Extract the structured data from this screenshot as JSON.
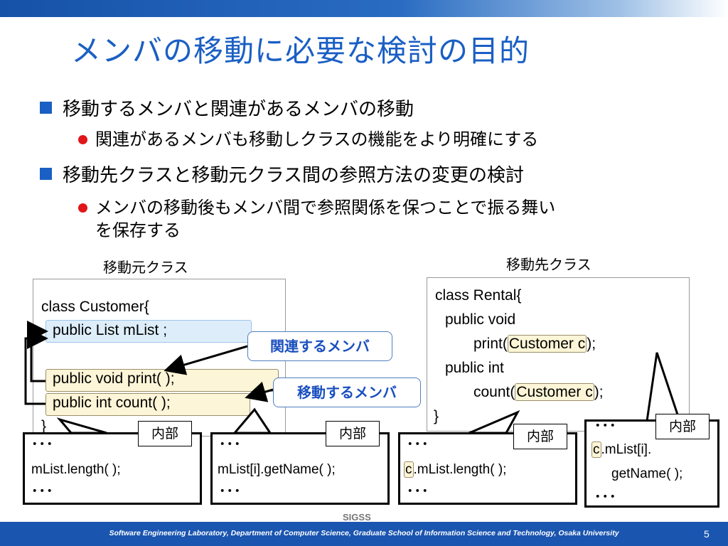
{
  "slide": {
    "title": "メンバの移動に必要な検討の目的",
    "bullets": [
      {
        "text": "移動するメンバと関連があるメンバの移動",
        "sub": [
          "関連があるメンバも移動しクラスの機能をより明確にする"
        ]
      },
      {
        "text": "移動先クラスと移動元クラス間の参照方法の変更の検討",
        "sub": [
          "メンバの移動後もメンバ間で参照関係を保つことで振る舞い",
          "を保存する"
        ]
      }
    ],
    "source_label": "移動元クラス",
    "dest_label": "移動先クラス",
    "source_code": {
      "line1": "class  Customer{",
      "member_list": "public List mList ;",
      "member_print": "public void  print( );",
      "member_count": "public int  count( );",
      "close": "}"
    },
    "dest_code": {
      "line1": "class Rental{",
      "line2": "public void",
      "print_pre": "print(",
      "print_param": "Customer c",
      "print_post": ");",
      "line4": "public int",
      "count_pre": "count(",
      "count_param": "Customer c",
      "count_post": ");",
      "close": "}"
    },
    "callouts": {
      "related": "関連するメンバ",
      "moving": "移動するメンバ"
    },
    "tag_label": "内部",
    "ellipsis": "･･･",
    "notes": [
      {
        "body": "mList.length( );"
      },
      {
        "body": "mList[i].getName( );"
      },
      {
        "prefix": "c",
        "body": ".mList.length( );"
      },
      {
        "prefix": "c",
        "body1": ".mList[i].",
        "body2": "getName( );"
      }
    ],
    "sigss": "SIGSS",
    "footer": "Software Engineering Laboratory,  Department of Computer Science,  Graduate School of Information Science and Technology,  Osaka University",
    "page_number": "5",
    "colors": {
      "title": "#1a5fc4",
      "bullet_square": "#1a5fc4",
      "bullet_dot": "#e0161b",
      "footer": "#1a55b0"
    }
  }
}
